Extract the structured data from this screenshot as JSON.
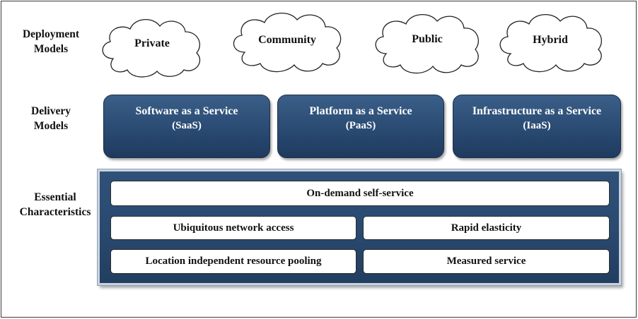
{
  "rows": {
    "deployment": [
      "Deployment",
      "Models"
    ],
    "delivery": [
      "Delivery",
      "Models"
    ],
    "essential": [
      "Essential",
      "Characteristics"
    ]
  },
  "deployment_models": [
    "Private",
    "Community",
    "Public",
    "Hybrid"
  ],
  "delivery_models": [
    {
      "name": "Software as a Service",
      "abbr": "(SaaS)"
    },
    {
      "name": "Platform as a Service",
      "abbr": "(PaaS)"
    },
    {
      "name": "Infrastructure as a Service",
      "abbr": "(IaaS)"
    }
  ],
  "essential_characteristics": [
    "On-demand self-service",
    "Ubiquitous network access",
    "Rapid elasticity",
    "Location independent resource pooling",
    "Measured service"
  ],
  "colors": {
    "box_blue": "#2e5078",
    "box_border": "#1e2f47",
    "panel_border": "#c9d3df",
    "cloud_stroke": "#222222"
  }
}
